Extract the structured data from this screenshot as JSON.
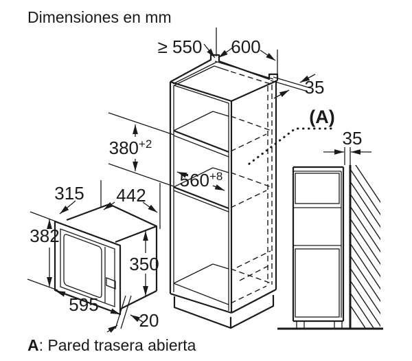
{
  "title": "Dimensiones en mm",
  "footer": {
    "label": "A",
    "text": ": Pared trasera abierta"
  },
  "cabinet": {
    "depth_min": "≥ 550",
    "width": "600",
    "back_offset": "35",
    "niche_height": "380",
    "niche_height_tol": "+2",
    "niche_depth": "560",
    "niche_depth_tol": "+8",
    "callout_a": "(A)"
  },
  "side_view": {
    "wall_gap": "35"
  },
  "microwave": {
    "depth": "315",
    "body_width": "442",
    "front_height": "382",
    "body_height": "350",
    "front_width": "595",
    "protrusion": "20"
  },
  "colors": {
    "line": "#1a1a1a",
    "background": "#ffffff"
  }
}
